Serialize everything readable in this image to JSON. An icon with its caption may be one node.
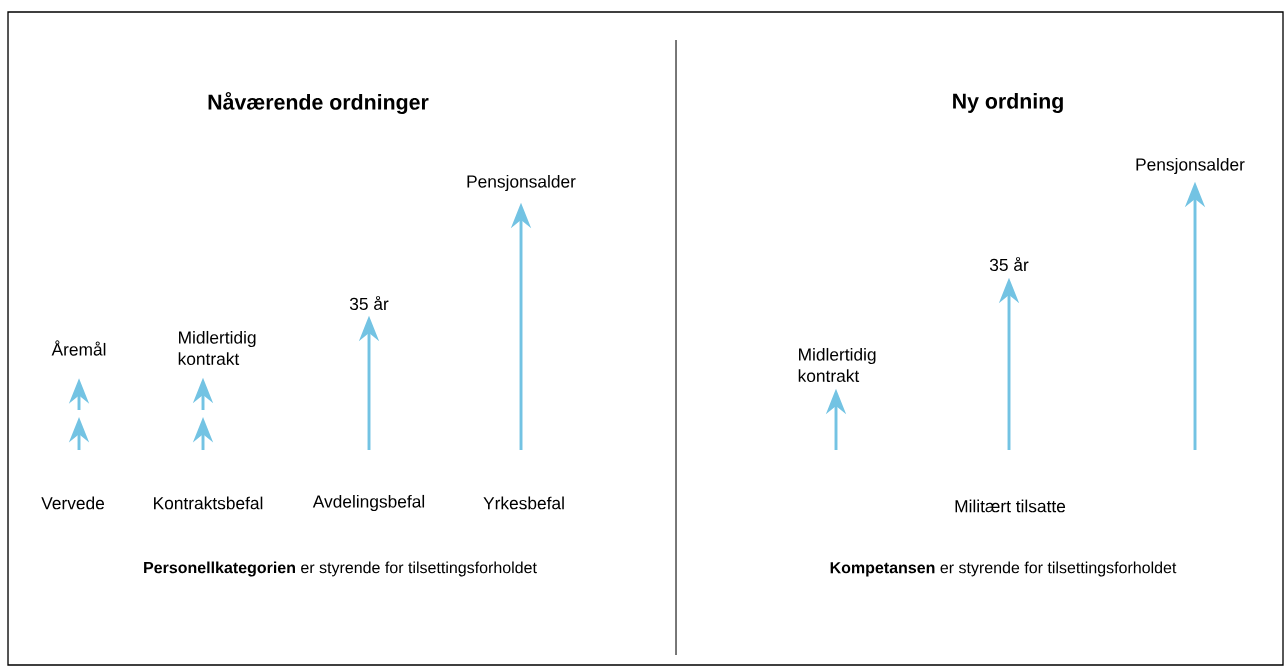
{
  "diagram": {
    "nodes": [
      {
        "text": [
          "Åremål"
        ]
      },
      {
        "text": [
          "Midlertidig kontrakt"
        ]
      },
      {
        "text": [
          "35 år"
        ]
      },
      {
        "text": [
          "Pensjonsalder"
        ]
      },
      {
        "text": [
          "Midlertidig kontrakt"
        ]
      },
      {
        "text": [
          "35 år"
        ]
      },
      {
        "text": [
          "Pensjonsalder"
        ]
      }
    ],
    "edges": [
      {
        "from": null,
        "to": 0,
        "arrow": "to"
      },
      {
        "from": null,
        "to": 1,
        "arrow": "to"
      },
      {
        "from": null,
        "to": 2,
        "arrow": "to"
      },
      {
        "from": null,
        "to": 3,
        "arrow": "to"
      },
      {
        "from": null,
        "to": 4,
        "arrow": "to"
      },
      {
        "from": null,
        "to": 5,
        "arrow": "to"
      },
      {
        "from": null,
        "to": 6,
        "arrow": "to"
      }
    ],
    "labels": [
      "Nåværende ordninger",
      "Ny ordning",
      "Vervede",
      "Kontraktsbefal",
      "Avdelingsbefal",
      "Yrkesbefal",
      "**Personellkategorien** er styrende for tilsettingsforholdet",
      "Militært tilsatte",
      "**Kompetansen** er styrende for tilsettingsforholdet"
    ]
  }
}
